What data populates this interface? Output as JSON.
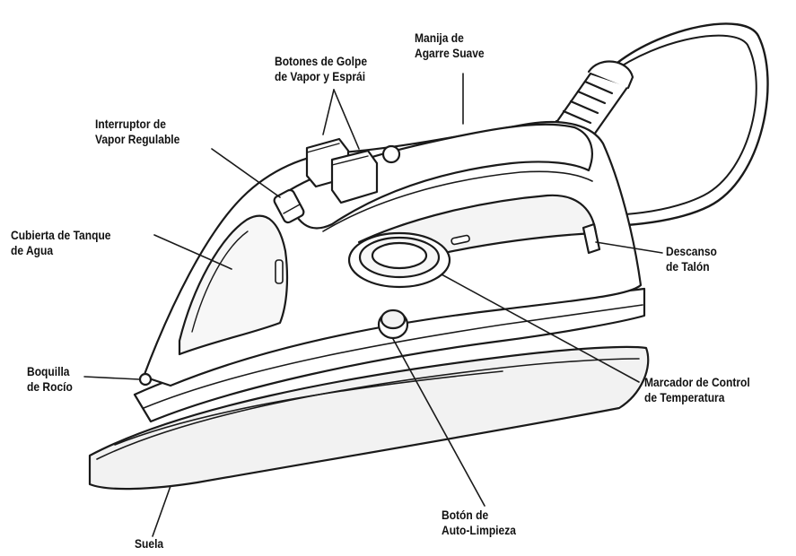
{
  "diagram": {
    "colors": {
      "outline": "#1a1a1a",
      "body_fill": "#ffffff",
      "shade": "#f2f2f2",
      "text": "#111111"
    },
    "labels": {
      "handle": {
        "line1": "Manija de",
        "line2": "Agarre Suave"
      },
      "steam_buttons": {
        "line1": "Botones de Golpe",
        "line2": "de Vapor y Esprái"
      },
      "steam_switch": {
        "line1": "Interruptor de",
        "line2": "Vapor Regulable"
      },
      "tank_cover": {
        "line1": "Cubierta de Tanque",
        "line2": "de Agua"
      },
      "heel_rest": {
        "line1": "Descanso",
        "line2": "de Talón"
      },
      "nozzle": {
        "line1": "Boquilla",
        "line2": "de Rocío"
      },
      "temp_dial": {
        "line1": "Marcador de Control",
        "line2": "de Temperatura"
      },
      "self_clean": {
        "line1": "Botón de",
        "line2": "Auto-Limpieza"
      },
      "soleplate": {
        "line1": "Suela"
      }
    }
  }
}
